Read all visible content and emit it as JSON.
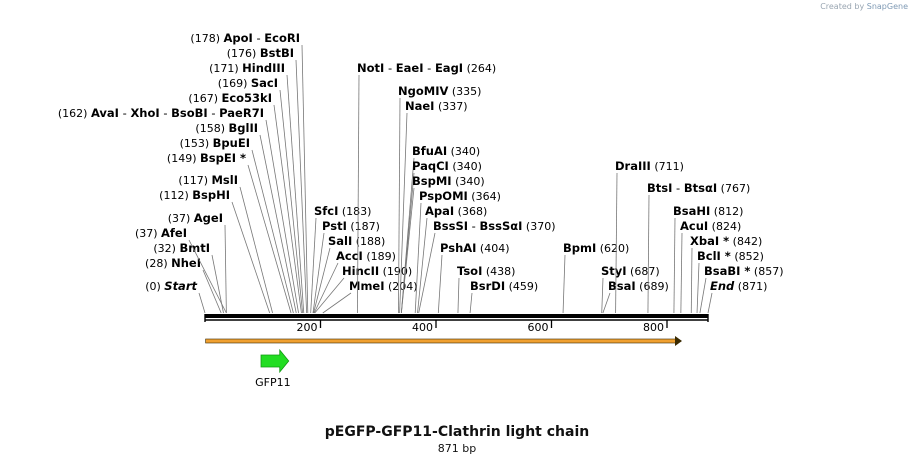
{
  "credit": {
    "prefix": "Created by",
    "brand": "SnapGene"
  },
  "title": "pEGFP-GFP11-Clathrin light chain",
  "subtitle": "871 bp",
  "sequence_length": 871,
  "axis_ticks": [
    {
      "value": 200,
      "label": "200"
    },
    {
      "value": 400,
      "label": "400"
    },
    {
      "value": 600,
      "label": "600"
    },
    {
      "value": 800,
      "label": "800"
    }
  ],
  "feature": {
    "name": "GFP11",
    "start": 97,
    "end": 145,
    "color": "#22dd22"
  },
  "orf": {
    "start": 1,
    "end": 826,
    "color": "#f0a030"
  },
  "sites": [
    {
      "pos": 0,
      "parts": [
        "Start"
      ],
      "special": true
    },
    {
      "pos": 28,
      "parts": [
        "NheI"
      ]
    },
    {
      "pos": 32,
      "parts": [
        "BmtI"
      ]
    },
    {
      "pos": 37,
      "parts": [
        "AfeI"
      ]
    },
    {
      "pos": 37,
      "parts": [
        "AgeI"
      ]
    },
    {
      "pos": 112,
      "parts": [
        "BspHI"
      ]
    },
    {
      "pos": 117,
      "parts": [
        "MslI"
      ]
    },
    {
      "pos": 149,
      "parts": [
        "BspEI *"
      ]
    },
    {
      "pos": 153,
      "parts": [
        "BpuEI"
      ]
    },
    {
      "pos": 158,
      "parts": [
        "BglII"
      ]
    },
    {
      "pos": 162,
      "parts": [
        "AvaI",
        "XhoI",
        "BsoBI",
        "PaeR7I"
      ]
    },
    {
      "pos": 167,
      "parts": [
        "Eco53kI"
      ]
    },
    {
      "pos": 169,
      "parts": [
        "SacI"
      ]
    },
    {
      "pos": 171,
      "parts": [
        "HindIII"
      ]
    },
    {
      "pos": 176,
      "parts": [
        "BstBI"
      ]
    },
    {
      "pos": 178,
      "parts": [
        "ApoI",
        "EcoRI"
      ]
    },
    {
      "pos": 183,
      "parts": [
        "SfcI"
      ]
    },
    {
      "pos": 187,
      "parts": [
        "PstI"
      ]
    },
    {
      "pos": 188,
      "parts": [
        "SalI"
      ]
    },
    {
      "pos": 189,
      "parts": [
        "AccI"
      ]
    },
    {
      "pos": 190,
      "parts": [
        "HincII"
      ]
    },
    {
      "pos": 204,
      "parts": [
        "MmeI"
      ]
    },
    {
      "pos": 264,
      "parts": [
        "NotI",
        "EaeI",
        "EagI"
      ]
    },
    {
      "pos": 335,
      "parts": [
        "NgoMIV"
      ]
    },
    {
      "pos": 337,
      "parts": [
        "NaeI"
      ]
    },
    {
      "pos": 340,
      "parts": [
        "BfuAI"
      ]
    },
    {
      "pos": 340,
      "parts": [
        "PaqCI"
      ]
    },
    {
      "pos": 340,
      "parts": [
        "BspMI"
      ]
    },
    {
      "pos": 364,
      "parts": [
        "PspOMI"
      ]
    },
    {
      "pos": 368,
      "parts": [
        "ApaI"
      ]
    },
    {
      "pos": 370,
      "parts": [
        "BssSI",
        "BssSαI"
      ]
    },
    {
      "pos": 404,
      "parts": [
        "PshAI"
      ]
    },
    {
      "pos": 438,
      "parts": [
        "TsoI"
      ]
    },
    {
      "pos": 459,
      "parts": [
        "BsrDI"
      ]
    },
    {
      "pos": 620,
      "parts": [
        "BpmI"
      ]
    },
    {
      "pos": 687,
      "parts": [
        "StyI"
      ]
    },
    {
      "pos": 689,
      "parts": [
        "BsaI"
      ]
    },
    {
      "pos": 711,
      "parts": [
        "DraIII"
      ]
    },
    {
      "pos": 767,
      "parts": [
        "BtsI",
        "BtsαI"
      ]
    },
    {
      "pos": 812,
      "parts": [
        "BsaHI"
      ]
    },
    {
      "pos": 824,
      "parts": [
        "AcuI"
      ]
    },
    {
      "pos": 842,
      "parts": [
        "XbaI *"
      ]
    },
    {
      "pos": 852,
      "parts": [
        "BclI *"
      ]
    },
    {
      "pos": 857,
      "parts": [
        "BsaBI *"
      ]
    },
    {
      "pos": 871,
      "parts": [
        "End"
      ],
      "special": true
    }
  ]
}
